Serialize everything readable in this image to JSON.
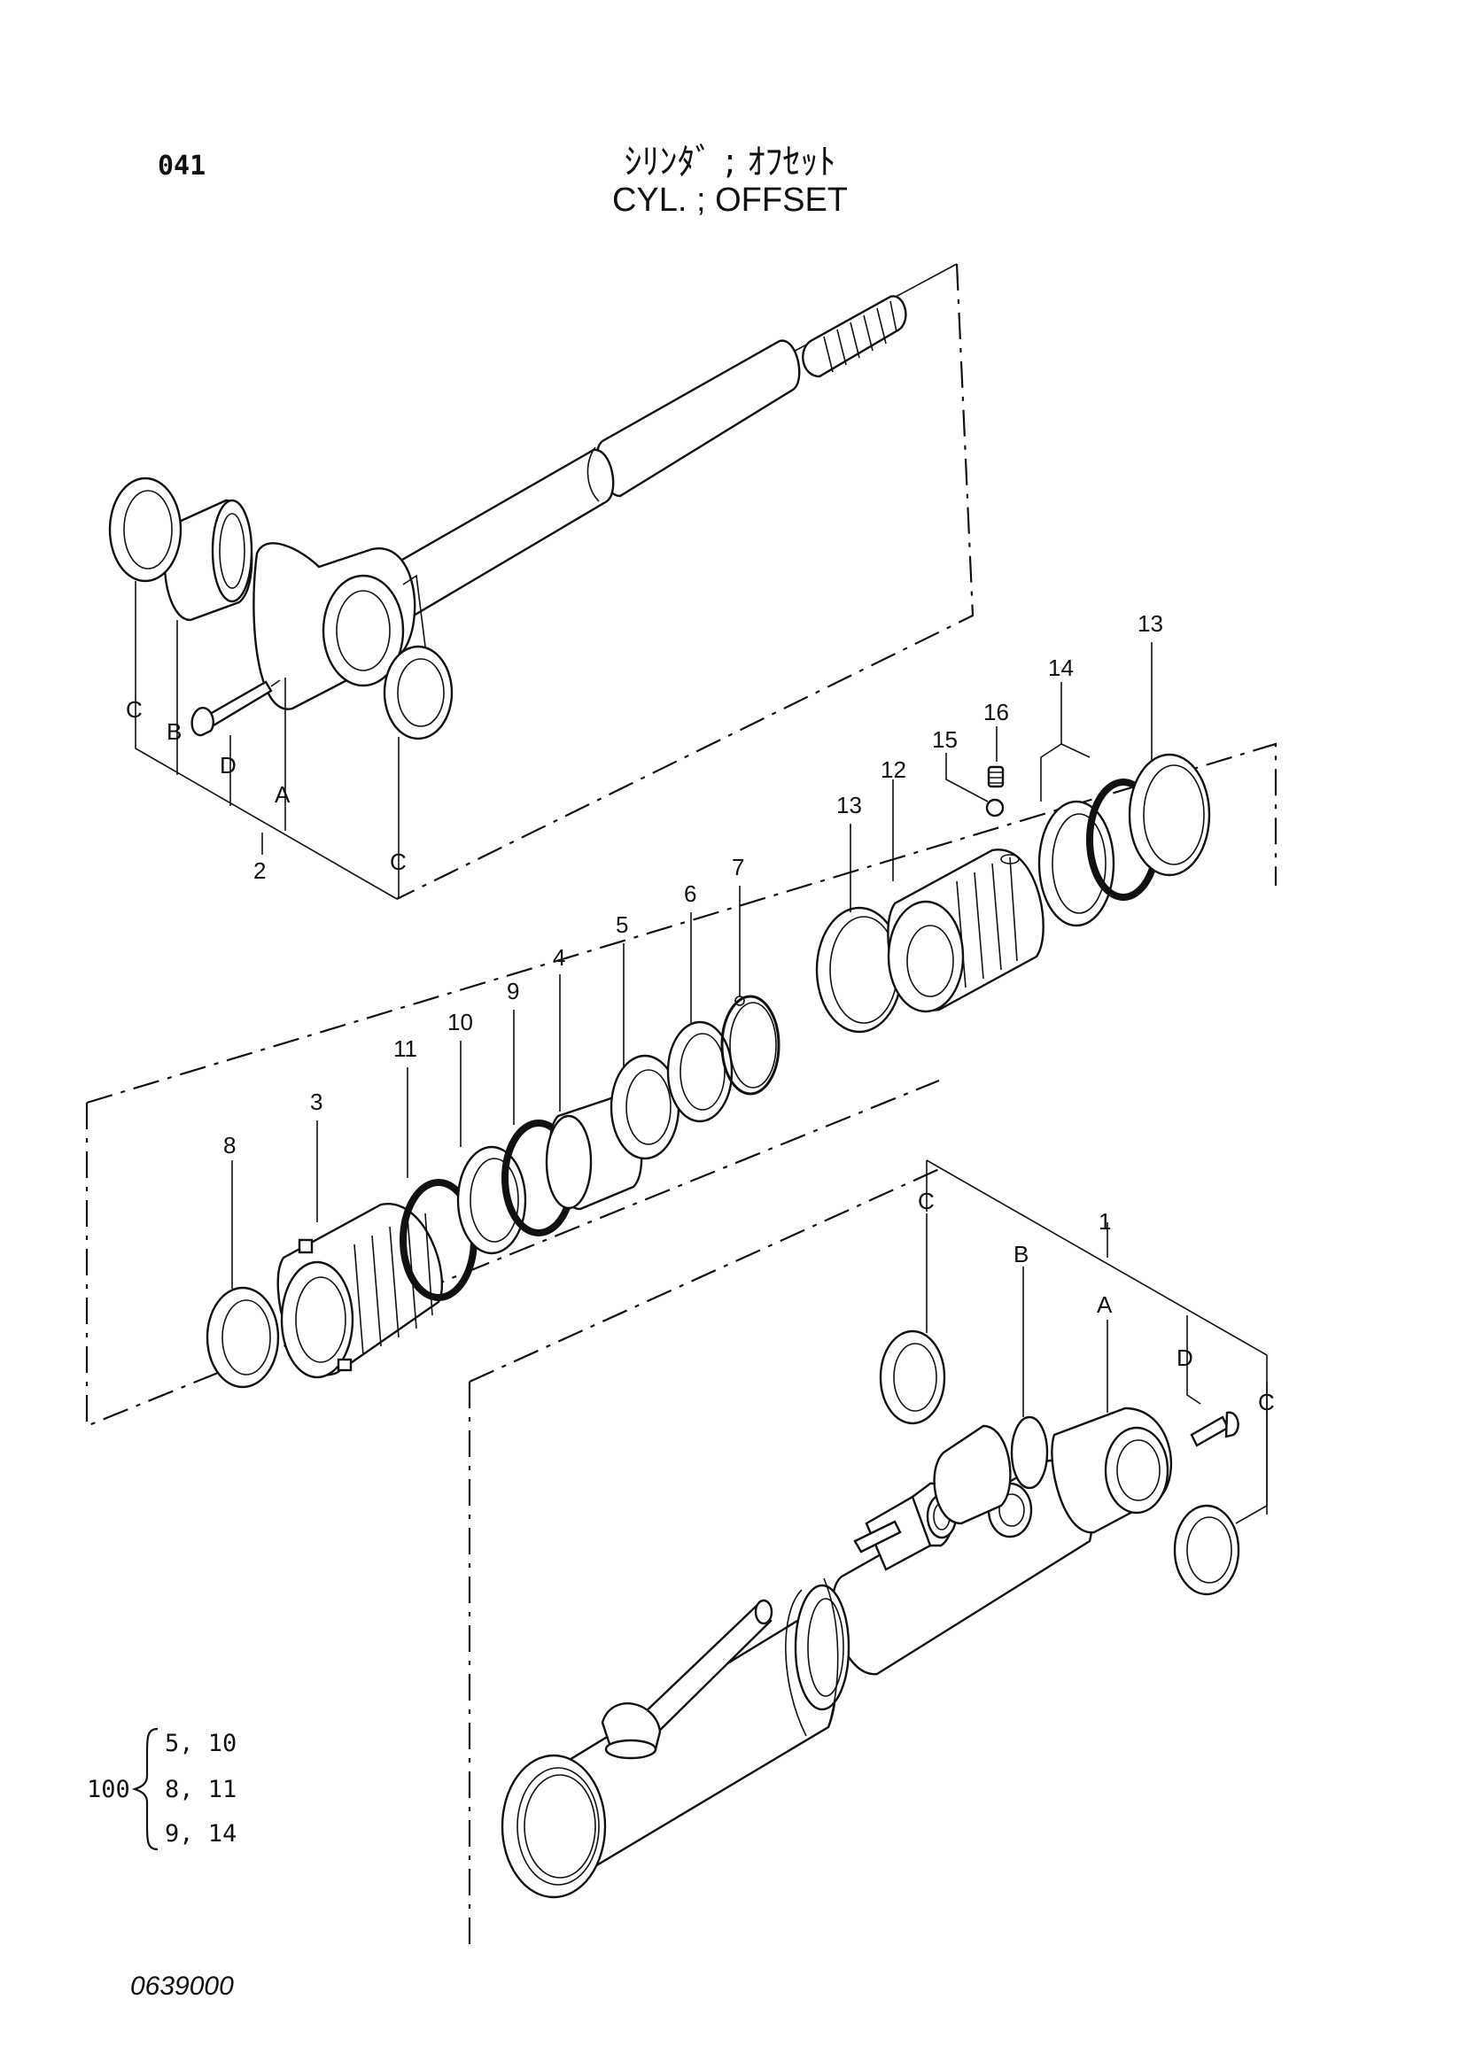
{
  "header": {
    "page_number": "041",
    "title_jp": "ｼﾘﾝﾀﾞ ; ｵﾌｾｯﾄ",
    "title_en": "CYL. ; OFFSET"
  },
  "footer": {
    "drawing_number": "0639000"
  },
  "kit": {
    "number": "100",
    "lines": [
      "5, 10",
      "8, 11",
      "9, 14"
    ]
  },
  "callouts": {
    "p1": "1",
    "p2": "2",
    "p3": "3",
    "p4": "4",
    "p5": "5",
    "p6": "6",
    "p7": "7",
    "p8": "8",
    "p9": "9",
    "p10": "10",
    "p11": "11",
    "p12": "12",
    "p13a": "13",
    "p13b": "13",
    "p14": "14",
    "p15": "15",
    "p16": "16",
    "rodA": "A",
    "rodB": "B",
    "rodC1": "C",
    "rodC2": "C",
    "rodD": "D",
    "tubeA": "A",
    "tubeB": "B",
    "tubeC1": "C",
    "tubeC2": "C",
    "tubeD": "D"
  }
}
